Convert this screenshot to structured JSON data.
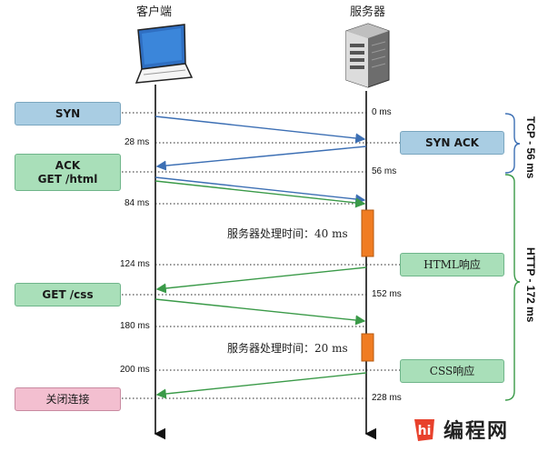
{
  "columns": {
    "client": "客户端",
    "server": "服务器"
  },
  "client_boxes": [
    {
      "id": "syn",
      "lines": [
        "SYN"
      ],
      "color": "blue"
    },
    {
      "id": "ack",
      "lines": [
        "ACK",
        "GET /html"
      ],
      "color": "green"
    },
    {
      "id": "get-css",
      "lines": [
        "GET /css"
      ],
      "color": "green"
    },
    {
      "id": "close",
      "lines": [
        "关闭连接"
      ],
      "color": "pink"
    }
  ],
  "server_boxes": [
    {
      "id": "syn-ack",
      "lines": [
        "SYN ACK"
      ],
      "color": "blue"
    },
    {
      "id": "html-response",
      "lines": [
        "HTML响应"
      ],
      "color": "green"
    },
    {
      "id": "css-response",
      "lines": [
        "CSS响应"
      ],
      "color": "green"
    }
  ],
  "client_times": [
    "28 ms",
    "84 ms",
    "124 ms",
    "180 ms",
    "200 ms"
  ],
  "server_times": [
    "0 ms",
    "56 ms",
    "152 ms",
    "228 ms"
  ],
  "processing_notes": [
    "服务器处理时间：40 ms",
    "服务器处理时间：20 ms"
  ],
  "phases": [
    "TCP - 56 ms",
    "HTTP - 172 ms"
  ],
  "watermark": {
    "logo": "hi",
    "text": "编程网"
  },
  "colors": {
    "tcp_arrow": "#3c6fb4",
    "http_arrow": "#3a9a48",
    "processing": "#f07c22",
    "brace": "#3a9a48"
  }
}
